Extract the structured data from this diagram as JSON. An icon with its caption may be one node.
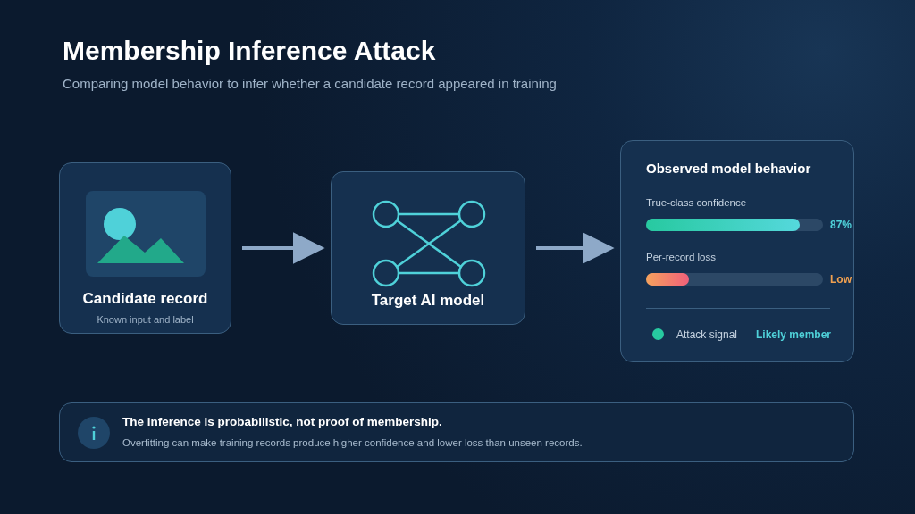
{
  "diagram": {
    "title": "Membership Inference Attack",
    "caption": "Comparing model behavior to infer whether a candidate record appeared in training",
    "nodes": [
      {
        "text": [
          "Candidate record",
          "Known input and label"
        ]
      },
      {
        "text": [
          "Target AI model"
        ]
      },
      {
        "text": [
          "Observed model behavior"
        ]
      },
      {
        "text": [
          "The inference is probabilistic, not proof of membership.",
          "Overfitting can make training records produce higher confidence and lower loss than unseen records."
        ]
      }
    ],
    "edges": [
      {
        "from": 0,
        "to": 1,
        "arrow": "to"
      },
      {
        "from": 1,
        "to": 2,
        "arrow": "to"
      }
    ],
    "labels": [
      "True-class confidence",
      "87%",
      "Per-record loss",
      "Low",
      "Attack signal",
      "Likely member"
    ]
  }
}
